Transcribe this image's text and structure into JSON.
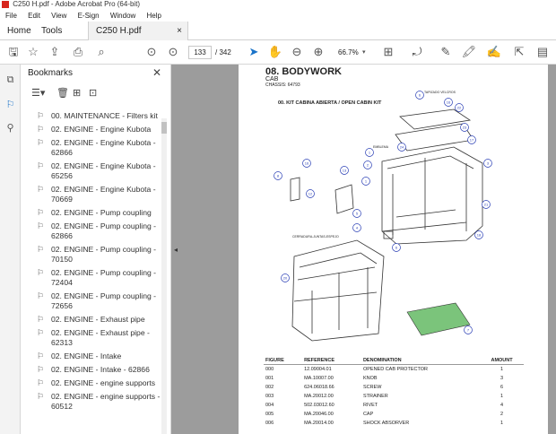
{
  "window": {
    "title": "C250 H.pdf - Adobe Acrobat Pro (64-bit)"
  },
  "menu": [
    "File",
    "Edit",
    "View",
    "E-Sign",
    "Window",
    "Help"
  ],
  "tabs": {
    "home": "Home",
    "tools": "Tools",
    "doc": "C250 H.pdf"
  },
  "toolbar": {
    "page_current": "133",
    "page_total": "/ 342",
    "zoom": "66.7%"
  },
  "bookmarks_panel": {
    "title": "Bookmarks",
    "items": [
      "00. MAINTENANCE - Filters kit",
      "02. ENGINE - Engine Kubota",
      "02. ENGINE - Engine Kubota - 62866",
      "02. ENGINE - Engine Kubota - 65256",
      "02. ENGINE - Engine Kubota - 70669",
      "02. ENGINE - Pump coupling",
      "02. ENGINE - Pump coupling - 62866",
      "02. ENGINE - Pump coupling - 70150",
      "02. ENGINE - Pump coupling - 72404",
      "02. ENGINE - Pump coupling - 72656",
      "02. ENGINE - Exhaust pipe",
      "02. ENGINE - Exhaust pipe - 62313",
      "02. ENGINE - Intake",
      "02. ENGINE - Intake - 62866",
      "02. ENGINE -  engine supports",
      "02. ENGINE -  engine supports - 60512"
    ]
  },
  "document": {
    "section_title": "08. BODYWORK",
    "subtitle": "CAB",
    "chassis": "CHASSIS: 64793",
    "kit_title": "00. KIT CABINA ABIERTA / OPEN CABIN KIT",
    "label_tapizado": "TAPIZADO VELCROS",
    "label_emblema": "EMBLEMA",
    "label_cerradura": "CERRADURA-JUNTAS-ESPEJO",
    "table": {
      "headers": [
        "FIGURE",
        "REFERENCE",
        "DENOMINATION",
        "AMOUNT"
      ],
      "rows": [
        [
          "000",
          "12.09004.01",
          "OPENED CAB PROTECTOR",
          "1"
        ],
        [
          "001",
          "MA.10007.00",
          "KNOB",
          "3"
        ],
        [
          "002",
          "624.06018.66",
          "SCREW",
          "6"
        ],
        [
          "003",
          "MA.20012.00",
          "STRAINER",
          "1"
        ],
        [
          "004",
          "502.03012.60",
          "RIVET",
          "4"
        ],
        [
          "005",
          "MA.20046.00",
          "CAP",
          "2"
        ],
        [
          "006",
          "MA.20014.00",
          "SHOCK ABSORVER",
          "1"
        ]
      ]
    }
  }
}
